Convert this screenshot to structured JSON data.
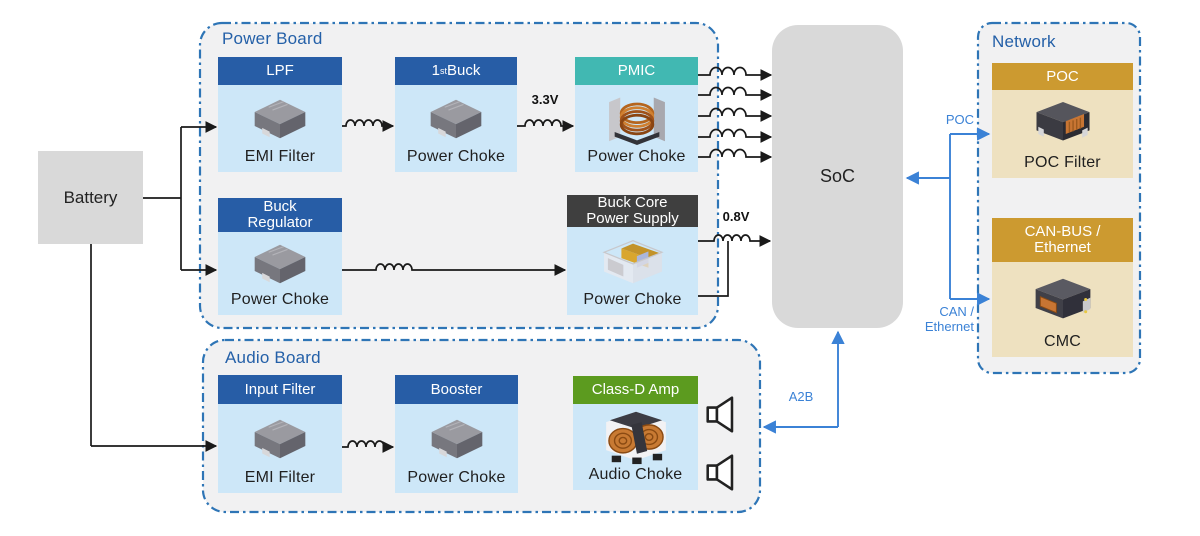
{
  "colors": {
    "board_fill": "#f1f1f2",
    "board_border": "#2e75b6",
    "title_blue": "#2460a8",
    "header_blue": "#275da6",
    "header_teal": "#41b8b2",
    "header_dark": "#3f3f3f",
    "header_green": "#5c9b1f",
    "header_gold": "#cc9a30",
    "body_blue": "#cde7f8",
    "body_cream": "#eee1c0",
    "box_gray": "#d9d9d9",
    "wire_black": "#1a1a1a",
    "wire_blue": "#3b82d6"
  },
  "battery": {
    "label": "Battery"
  },
  "soc": {
    "label": "SoC"
  },
  "power_board": {
    "title": "Power Board",
    "lpf": {
      "header": "LPF",
      "caption": "EMI Filter"
    },
    "first_buck": {
      "header_num": "1",
      "header_sup": "st",
      "header_rest": " Buck",
      "caption": "Power Choke"
    },
    "pmic": {
      "header": "PMIC",
      "caption": "Power Choke"
    },
    "buck_regulator": {
      "header_line1": "Buck",
      "header_line2": "Regulator",
      "caption": "Power Choke"
    },
    "buck_core": {
      "header_line1": "Buck Core",
      "header_line2": "Power Supply",
      "caption": "Power Choke"
    },
    "v33": "3.3V",
    "v08": "0.8V"
  },
  "audio_board": {
    "title": "Audio Board",
    "input_filter": {
      "header": "Input Filter",
      "caption": "EMI Filter"
    },
    "booster": {
      "header": "Booster",
      "caption": "Power Choke"
    },
    "class_d_amp": {
      "header": "Class-D Amp",
      "caption": "Audio Choke"
    }
  },
  "network": {
    "title": "Network",
    "poc": {
      "header": "POC",
      "caption": "POC Filter"
    },
    "can_bus": {
      "header_line1": "CAN-BUS /",
      "header_line2": "Ethernet",
      "caption": "CMC"
    }
  },
  "bus_labels": {
    "poc": "POC",
    "can_line1": "CAN /",
    "can_line2": "Ethernet",
    "a2b": "A2B"
  }
}
